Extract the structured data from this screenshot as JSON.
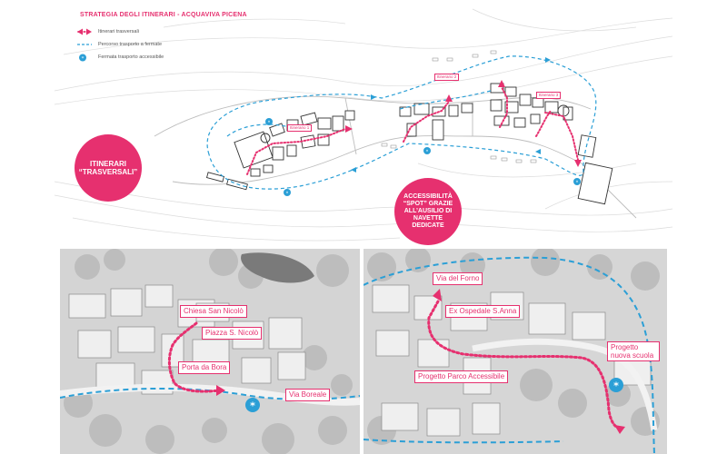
{
  "header": {
    "title": "STRATEGIA DEGLI ITINERARI - ACQUAVIVA PICENA"
  },
  "legend": [
    {
      "label": "Itinerari trasversali",
      "color": "#e6306f",
      "icon": "pink-dotted-arrow-icon"
    },
    {
      "label": "Percorso trasporto a fermate",
      "color": "#2b9fd6",
      "icon": "blue-dashed-line-icon"
    },
    {
      "label": "Fermata trasporto accessibile",
      "color": "#2b9fd6",
      "icon": "accessible-stop-icon"
    }
  ],
  "badges": {
    "left": "ITINERARI “TRASVERSALI”",
    "right": "ACCESSIBILITÀ “SPOT” GRAZIE ALL’AUSILIO DI NAVETTE DEDICATE"
  },
  "map_tags": [
    "Itinerario 1",
    "Itinerario 2",
    "Itinerario 3"
  ],
  "photo_left": {
    "labels": [
      "Chiesa San Nicolò",
      "Piazza S. Nicolò",
      "Porta da Bora",
      "Via Boreale"
    ]
  },
  "photo_right": {
    "labels": [
      "Via del Forno",
      "Ex Ospedale S.Anna",
      "Progetto nuova scuola",
      "Progetto Parco Accessibile"
    ]
  },
  "colors": {
    "accent": "#e6306f",
    "transport": "#2b9fd6",
    "building": "#333333"
  }
}
